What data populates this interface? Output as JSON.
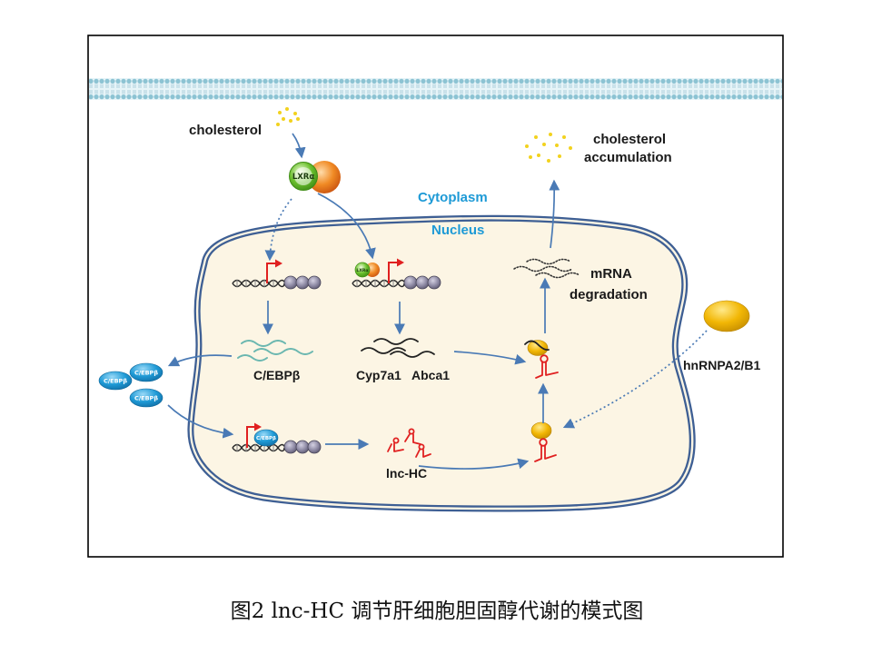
{
  "compartments": {
    "cytoplasm": "Cytoplasm",
    "nucleus": "Nucleus"
  },
  "cholesterol_input": {
    "label": "cholesterol"
  },
  "lxr": {
    "label": "LXRα",
    "bound_label": "LXRα"
  },
  "cebpb": {
    "gene_label": "C/EBPβ",
    "protein_labels": [
      "C/EBPβ",
      "C/EBPβ",
      "C/EBPβ"
    ],
    "bound_label": "C/EBPβ"
  },
  "targets": {
    "cyp7a1": "Cyp7a1",
    "abca1": "Abca1"
  },
  "lnc_hc": {
    "label": "lnc-HC"
  },
  "mrna_degradation": {
    "line1": "mRNA",
    "line2": "degradation"
  },
  "cholesterol_accumulation": {
    "line1": "cholesterol",
    "line2": "accumulation"
  },
  "hnrnp": {
    "label": "hnRNPA2/B1"
  },
  "caption": {
    "text": "图2  lnc-HC 调节肝细胞胆固醇代谢的模式图"
  },
  "colors": {
    "compartment_label": "#1e9ad6",
    "arrow": "#4a7ab5",
    "nucleus_fill": "#fcf5e4",
    "nucleus_border": "#3e5f94",
    "promoter": "#e02020",
    "lnc_rna": "#e02020",
    "cebpb": "#1e9ad6",
    "cebpb_mrna": "#6bb7b0",
    "cholesterol": "#f2d21e",
    "hnrnp": "#f2b705",
    "lxr_green": "#6cc12e",
    "lxr_orange": "#f08a24",
    "membrane": "#8cc3d3"
  }
}
